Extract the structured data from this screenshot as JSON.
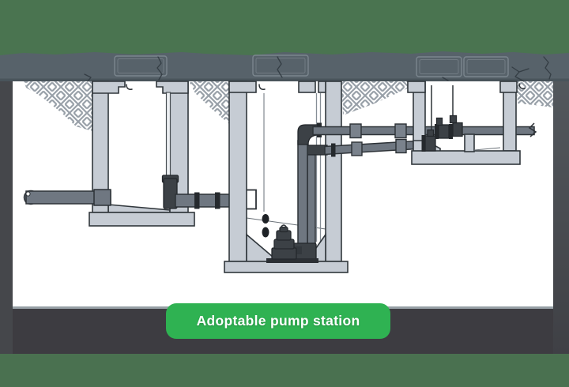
{
  "button": {
    "label": "Adoptable pump station"
  },
  "colors": {
    "accent_green": "#2fb252",
    "grass_green": "#4a7450",
    "bottom_green": "#4a7150",
    "surface_gray": "#57626a",
    "frame_dark": "#3d3c41",
    "panel_white": "#ffffff",
    "wall_gray": "#c6ccd4",
    "pipe_gray": "#6f7781"
  },
  "illustration": {
    "parts": [
      "grass-surface",
      "road-surface",
      "manhole-covers",
      "soil-hatch",
      "inlet-manhole",
      "inlet-pipe",
      "drop-pipe",
      "wet-well",
      "benching",
      "submersible-pump",
      "guide-rails",
      "float-switches",
      "discharge-riser",
      "rising-main-upper",
      "rising-main-lower",
      "valve-chamber",
      "gate-valve",
      "check-valve",
      "pipe-break"
    ]
  }
}
